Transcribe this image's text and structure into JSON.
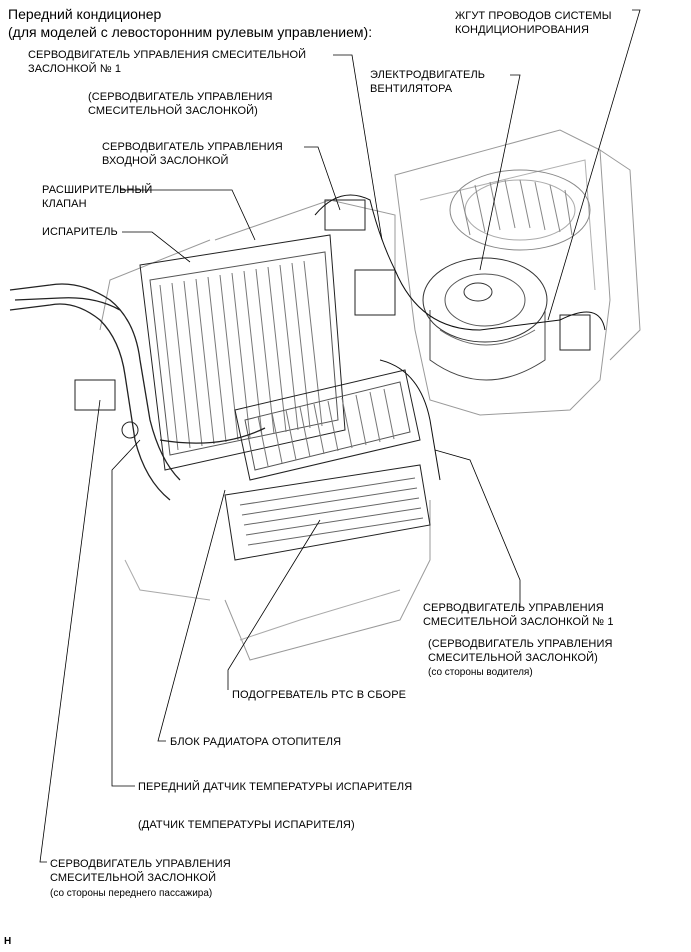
{
  "header": {
    "line1": "Передний кондиционер",
    "line2": "(для моделей с левосторонним рулевым управлением):"
  },
  "labels": {
    "harness_l1": "ЖГУТ ПРОВОДОВ СИСТЕМЫ",
    "harness_l2": "КОНДИЦИОНИРОВАНИЯ",
    "mix1_l1": "СЕРВОДВИГАТЕЛЬ УПРАВЛЕНИЯ СМЕСИТЕЛЬНОЙ",
    "mix1_l2": "ЗАСЛОНКОЙ № 1",
    "mix1_alt_l1": "(СЕРВОДВИГАТЕЛЬ УПРАВЛЕНИЯ",
    "mix1_alt_l2": "СМЕСИТЕЛЬНОЙ ЗАСЛОНКОЙ)",
    "blower_l1": "ЭЛЕКТРОДВИГАТЕЛЬ",
    "blower_l2": "ВЕНТИЛЯТОРА",
    "inlet_l1": "СЕРВОДВИГАТЕЛЬ УПРАВЛЕНИЯ",
    "inlet_l2": "ВХОДНОЙ ЗАСЛОНКОЙ",
    "expansion_l1": "РАСШИРИТЕЛЬНЫЙ",
    "expansion_l2": "КЛАПАН",
    "evaporator": "ИСПАРИТЕЛЬ",
    "mix_driver_l1": "СЕРВОДВИГАТЕЛЬ УПРАВЛЕНИЯ",
    "mix_driver_l2": "СМЕСИТЕЛЬНОЙ ЗАСЛОНКОЙ № 1",
    "mix_driver_alt_l1": "(СЕРВОДВИГАТЕЛЬ УПРАВЛЕНИЯ",
    "mix_driver_alt_l2": "СМЕСИТЕЛЬНОЙ ЗАСЛОНКОЙ)",
    "mix_driver_side": "(со стороны водителя)",
    "ptc": "ПОДОГРЕВАТЕЛЬ PTC В СБОРЕ",
    "heater_core": "БЛОК РАДИАТОРА ОТОПИТЕЛЯ",
    "evap_sensor": "ПЕРЕДНИЙ ДАТЧИК ТЕМПЕРАТУРЫ ИСПАРИТЕЛЯ",
    "evap_sensor_alt": "(ДАТЧИК ТЕМПЕРАТУРЫ ИСПАРИТЕЛЯ)",
    "mix_pass_l1": "СЕРВОДВИГАТЕЛЬ УПРАВЛЕНИЯ",
    "mix_pass_l2": "СМЕСИТЕЛЬНОЙ ЗАСЛОНКОЙ",
    "mix_pass_side": "(со стороны переднего пассажира)"
  },
  "footer": {
    "code": "H"
  }
}
